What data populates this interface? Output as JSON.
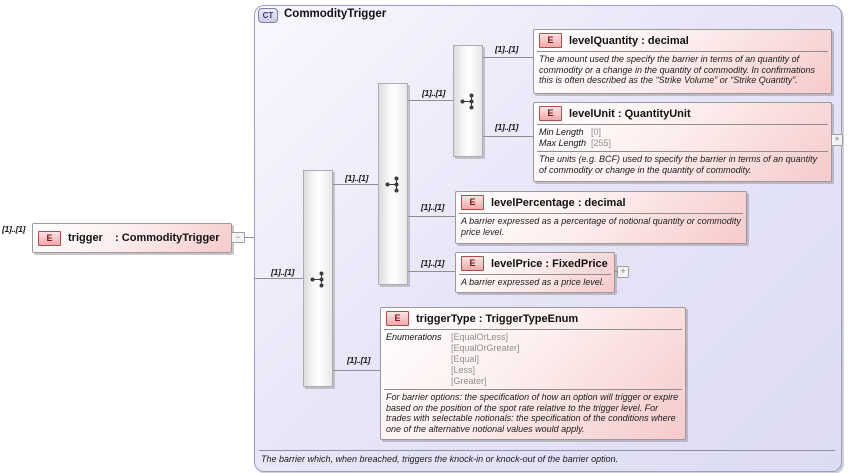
{
  "root": {
    "cardinality": "[1]..[1]",
    "badge": "E",
    "label": "trigger    : CommodityTrigger"
  },
  "complex_type": {
    "badge": "CT",
    "title": "CommodityTrigger",
    "footer_doc": "The barrier which, when breached, triggers the knock-in or knock-out of the barrier option."
  },
  "icons": {
    "collapse": "−",
    "expand": "+"
  },
  "edge_labels": {
    "to_root_group": "[1]..[1]",
    "to_inner_group": "[1]..[1]",
    "to_level_group": "[1]..[1]",
    "to_level_quantity": "[1]..[1]",
    "to_level_unit": "[1]..[1]",
    "to_level_percentage": "[1]..[1]",
    "to_level_price": "[1]..[1]",
    "to_trigger_type": "[1]..[1]"
  },
  "elements": [
    {
      "badge": "E",
      "label": "levelQuantity : decimal",
      "doc": "The amount used the specify the barrier in terms of an quantity of commodity or a change in the quantity of commodity. In confirmations this is often described as the “Strike Volume” or “Strike Quantity”."
    },
    {
      "badge": "E",
      "label": "levelUnit : QuantityUnit",
      "facets": [
        {
          "label": "Min Length",
          "value": "[0]"
        },
        {
          "label": "Max Length",
          "value": "[255]"
        }
      ],
      "doc": "The units (e.g. BCF) used to specify the barrier in terms of an quantity of commodity or change in the quantity of commodity."
    },
    {
      "badge": "E",
      "label": "levelPercentage : decimal",
      "doc": "A barrier expressed as a percentage of notional quantity or commodity price level."
    },
    {
      "badge": "E",
      "label": "levelPrice : FixedPrice",
      "doc": "A barrier expressed as a price level."
    },
    {
      "badge": "E",
      "label": "triggerType : TriggerTypeEnum",
      "enum_label": "Enumerations",
      "enums": [
        "[EqualOrLess]",
        "[EqualOrGreater]",
        "[Equal]",
        "[Less]",
        "[Greater]"
      ],
      "doc": "For barrier options: the specification of how an option will trigger or expire based on the position of the spot rate relative to the trigger level. For trades with selectable notionals: the specification of the conditions where one of the alternative notional values would apply."
    }
  ]
}
